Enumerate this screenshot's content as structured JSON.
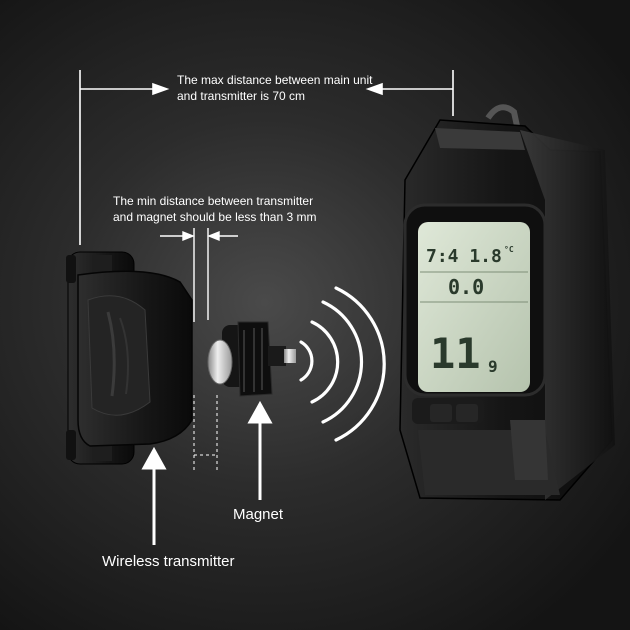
{
  "annotations": {
    "max_distance_line1": "The max distance between main unit",
    "max_distance_line2": "and transmitter is  70 cm",
    "min_distance_line1": "The min distance between transmitter",
    "min_distance_line2": "and magnet should be less than 3 mm",
    "magnet_label": "Magnet",
    "transmitter_label": "Wireless transmitter"
  },
  "display": {
    "row1": "7:4 1.8",
    "row1_unit": "°C",
    "row2": "0.0",
    "row3": "11",
    "row3_small": "9"
  },
  "colors": {
    "lcd": "#c9d6c2",
    "device_body": "#1c1c1c",
    "text": "#ffffff"
  }
}
